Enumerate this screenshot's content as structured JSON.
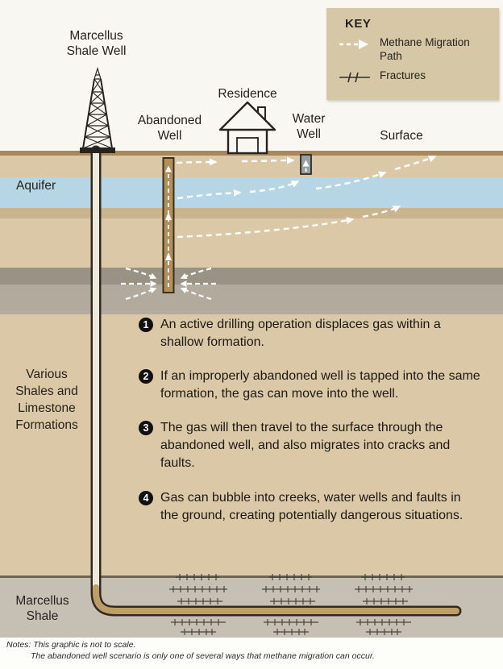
{
  "labels": {
    "marcellus_well": "Marcellus Shale Well",
    "abandoned_well": "Abandoned Well",
    "residence": "Residence",
    "water_well": "Water Well",
    "surface": "Surface",
    "aquifer": "Aquifer",
    "various_formations": "Various Shales and Limestone Formations",
    "marcellus_shale": "Marcellus Shale"
  },
  "key": {
    "title": "KEY",
    "items": [
      {
        "icon": "methane-migration-arrow-icon",
        "label": "Methane Migration Path"
      },
      {
        "icon": "fractures-icon",
        "label": "Fractures"
      }
    ]
  },
  "annotations": [
    {
      "number": "1",
      "text": "An active drilling operation displaces gas within a shallow formation."
    },
    {
      "number": "2",
      "text": "If an improperly abandoned well is tapped into the same formation, the gas can move into the well."
    },
    {
      "number": "3",
      "text": "The gas will then travel to the surface through the abandoned well, and also migrates into cracks and faults."
    },
    {
      "number": "4",
      "text": "Gas can bubble into creeks, water wells and faults in the ground, creating potentially dangerous situations."
    }
  ],
  "notes": {
    "line1": "Notes: This graphic is not to scale.",
    "line2": "The abandoned well scenario is only one of several ways that methane migration can occur."
  },
  "colors": {
    "sky": "#f9f7f1",
    "aquifer_blue": "#b6d6e6",
    "formation_tan": "#dbc8a6",
    "shale_gray_dark": "#9a9285",
    "shale_gray_light": "#b2aa9c",
    "marcellus_gray": "#c6c0b4",
    "well_brown": "#b28e5b",
    "pipe_cream": "#efe9d9",
    "pipe_tan": "#bf9d66",
    "key_background": "#d6c8a7",
    "arrow_white": "#ffffff",
    "badge_black": "#111111"
  }
}
